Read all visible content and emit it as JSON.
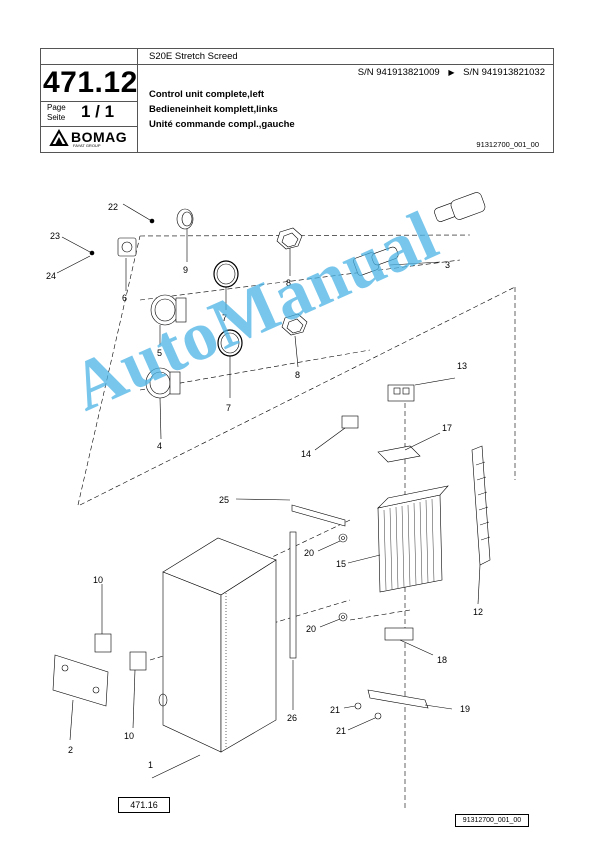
{
  "header": {
    "doc_number": "471.12",
    "machine": "S20E Stretch Screed",
    "serial_from": "S/N 941913821009",
    "serial_arrow": "▶",
    "serial_to": "S/N 941913821032",
    "desc_en": "Control unit complete,left",
    "desc_de": "Bedieneinheit komplett,links",
    "desc_fr": "Unité commande compl.,gauche",
    "page_label_en": "Page",
    "page_label_de": "Seite",
    "page_value": "1 / 1",
    "brand": "BOMAG",
    "brand_sub": "FAYAT GROUP",
    "drawing_code": "91312700_001_00"
  },
  "callouts": [
    "1",
    "2",
    "3",
    "4",
    "5",
    "6",
    "7",
    "7",
    "8",
    "8",
    "9",
    "10",
    "10",
    "12",
    "13",
    "14",
    "15",
    "17",
    "18",
    "19",
    "20",
    "20",
    "21",
    "21",
    "22",
    "23",
    "24",
    "25",
    "26"
  ],
  "footer": {
    "ref_box": "471.16",
    "code_box": "91312700_001_00"
  },
  "watermark": "AutoManual",
  "colors": {
    "watermark": "#4bb4e6",
    "line": "#000000"
  }
}
